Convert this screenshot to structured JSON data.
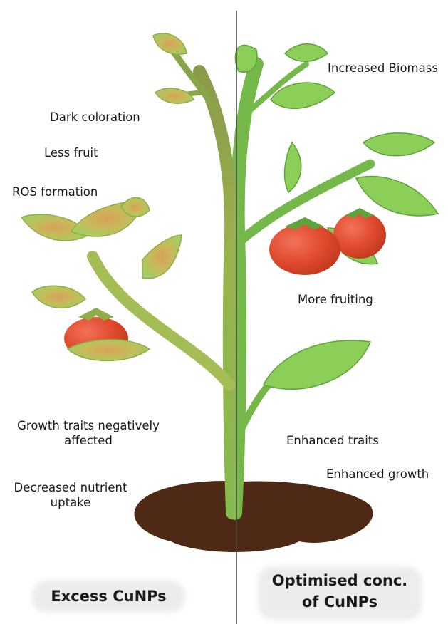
{
  "left_labels": {
    "dark_coloration": "Dark coloration",
    "less_fruit": "Less fruit",
    "ros_formation": "ROS formation",
    "growth_traits_line1": "Growth traits negatively",
    "growth_traits_line2": "affected",
    "nutrient_line1": "Decreased nutrient",
    "nutrient_line2": "uptake"
  },
  "right_labels": {
    "increased_biomass": "Increased Biomass",
    "more_fruiting": "More fruiting",
    "enhanced_traits": "Enhanced traits",
    "enhanced_growth": "Enhanced growth"
  },
  "headings": {
    "left": "Excess CuNPs",
    "right_line1": "Optimised conc.",
    "right_line2": "of CuNPs"
  },
  "colors": {
    "healthy_leaf": "#8ccf58",
    "healthy_stem": "#74b84a",
    "stressed_leaf": "#b6cf62",
    "stressed_spot": "#d49a50",
    "tomato": "#e04a2c",
    "soil": "#4e2a16",
    "divider": "#444444"
  }
}
